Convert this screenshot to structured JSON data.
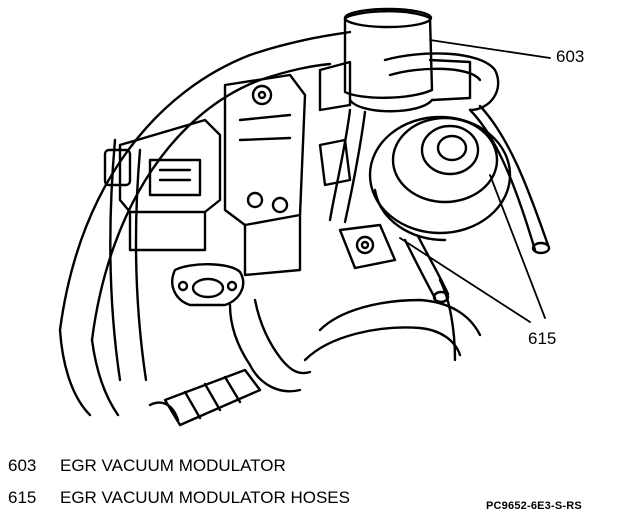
{
  "callouts": [
    {
      "number": "603"
    },
    {
      "number": "615"
    }
  ],
  "legend": [
    {
      "number": "603",
      "text": "EGR VACUUM MODULATOR"
    },
    {
      "number": "615",
      "text": "EGR VACUUM MODULATOR HOSES"
    }
  ],
  "figure_code": "PC9652-6E3-S-RS"
}
